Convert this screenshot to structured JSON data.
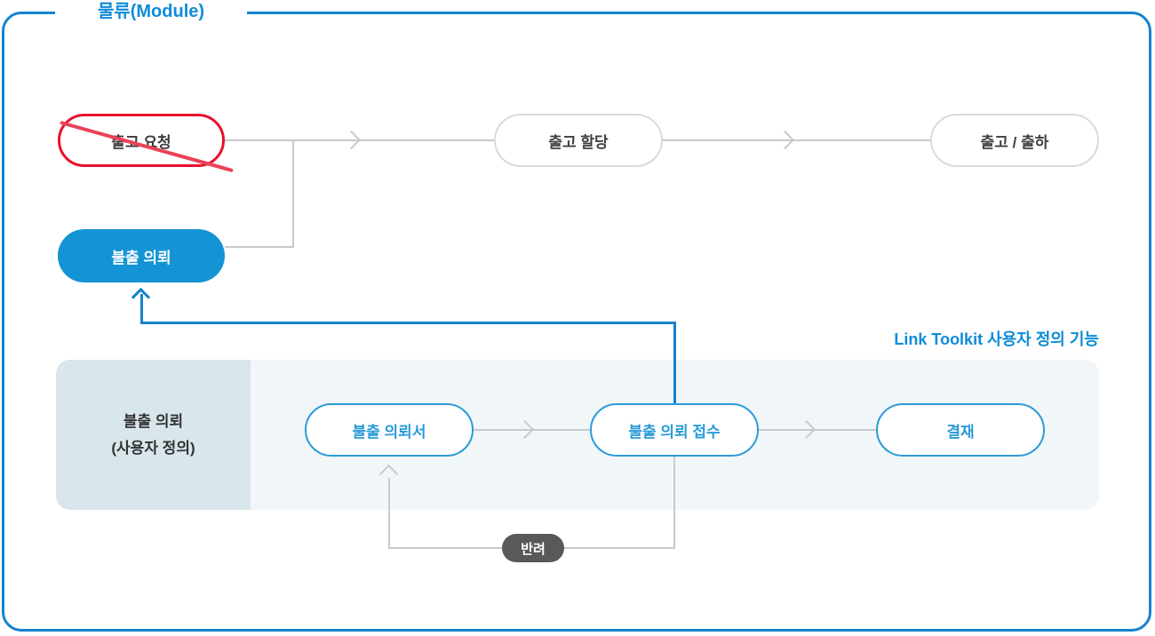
{
  "title": "물류(Module)",
  "colors": {
    "frame_blue": "#1583cf",
    "title_blue": "#0e8cd8",
    "accent_blue": "#2b9bd7",
    "connector_blue": "#1482cd",
    "node_blue_fill": "#1494d4",
    "red": "#e8112d",
    "strike_red": "#ea4256",
    "line_gray": "#c9c9c9",
    "node_border_gray": "#dadada",
    "text_dark": "#404040",
    "panel_bg": "#f1f6f8",
    "panel_label_bg": "#d9e6ec",
    "badge_gray": "#58595b"
  },
  "main_flow": {
    "cancelled_node": "출고 요청",
    "allocation_node": "출고 할당",
    "shipping_node": "출고 / 출하",
    "replacement_node": "불출 의뢰"
  },
  "toolkit": {
    "caption": "Link Toolkit 사용자 정의 기능",
    "panel_label": {
      "line1": "불출 의뢰",
      "line2": "(사용자 정의)"
    },
    "steps": [
      "불출 의뢰서",
      "불출 의뢰 접수",
      "결재"
    ],
    "reject_badge": "반려"
  }
}
